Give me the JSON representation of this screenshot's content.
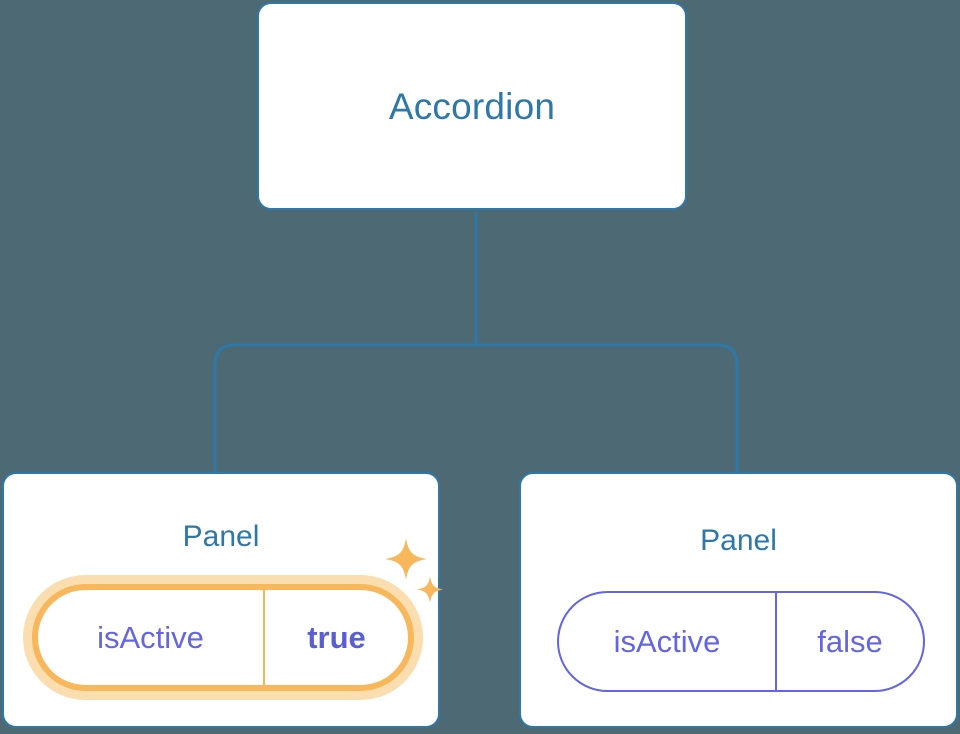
{
  "background_color": "#4d6974",
  "theme": {
    "node_border": "#2e78a8",
    "node_title_color": "#2e78a8",
    "node_fill": "#ffffff",
    "connector_color": "#2e78a8",
    "prop_color": "#6366e0",
    "highlight_border": "#f7b75a",
    "highlight_glow": "#fbdeb0",
    "sparkle_color": "#f7b75a"
  },
  "tree": {
    "root": {
      "title": "Accordion"
    },
    "children": [
      {
        "title": "Panel",
        "highlighted": true,
        "props": [
          {
            "key": "isActive",
            "value": "true"
          }
        ],
        "decorations": [
          "sparkles-icon"
        ]
      },
      {
        "title": "Panel",
        "highlighted": false,
        "props": [
          {
            "key": "isActive",
            "value": "false"
          }
        ],
        "decorations": []
      }
    ]
  }
}
